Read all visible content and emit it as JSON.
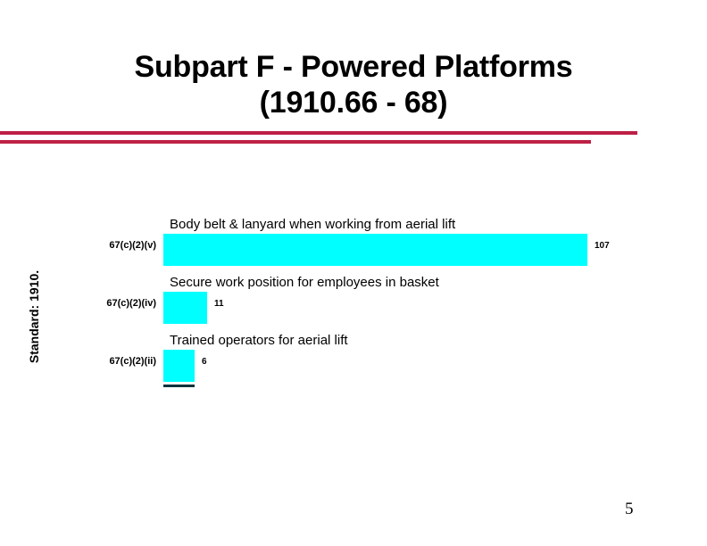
{
  "slide": {
    "page_number": "5",
    "accent_color": "#BE2045",
    "bar_color": "#00FFFF",
    "baseline_color": "#10333C"
  },
  "title": {
    "line1": "Subpart F - Powered Platforms",
    "line2": "(1910.66 - 68)"
  },
  "chart_data": {
    "type": "bar",
    "orientation": "horizontal",
    "title": "",
    "xlabel": "",
    "ylabel": "Standard: 1910.",
    "categories": [
      "67(c)(2)(v)",
      "67(c)(2)(iv)",
      "67(c)(2)(ii)"
    ],
    "values": [
      107,
      11,
      6
    ],
    "value_labels": [
      "107",
      "11",
      "6"
    ],
    "point_labels": [
      "Body belt & lanyard when working from aerial lift",
      "Secure work position for employees in basket",
      "Trained operators for aerial lift"
    ],
    "xlim": [
      0,
      107
    ],
    "grid": false,
    "legend": false,
    "series_color": "#00FFFF"
  }
}
